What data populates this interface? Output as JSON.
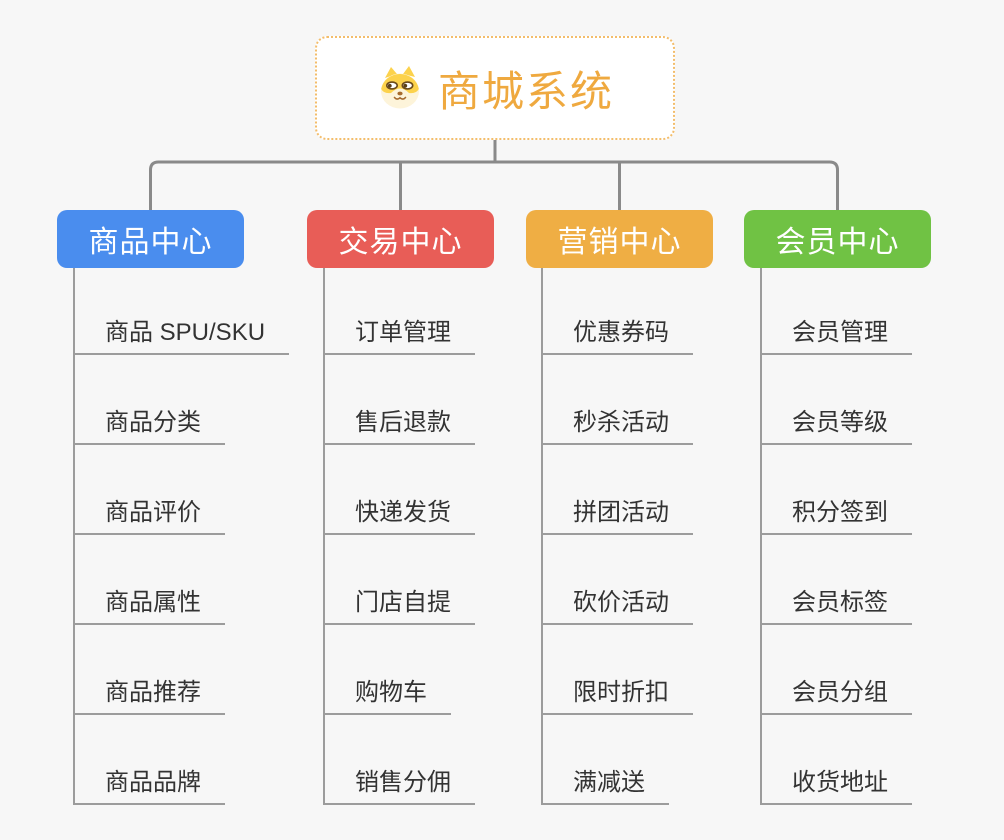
{
  "page": {
    "background_color": "#f7f7f7",
    "connector_color": "#8a8a8a",
    "item_line_color": "#9c9c9c",
    "item_text_color": "#333333"
  },
  "root": {
    "title": "商城系统",
    "icon": "dog-face-icon",
    "text_color": "#efa93f",
    "border_color": "#f3bd6b"
  },
  "branches": [
    {
      "label": "商品中心",
      "color": "#4a8dee",
      "children": [
        "商品 SPU/SKU",
        "商品分类",
        "商品评价",
        "商品属性",
        "商品推荐",
        "商品品牌"
      ]
    },
    {
      "label": "交易中心",
      "color": "#e85d57",
      "children": [
        "订单管理",
        "售后退款",
        "快递发货",
        "门店自提",
        "购物车",
        "销售分佣"
      ]
    },
    {
      "label": "营销中心",
      "color": "#efae44",
      "children": [
        "优惠券码",
        "秒杀活动",
        "拼团活动",
        "砍价活动",
        "限时折扣",
        "满减送"
      ]
    },
    {
      "label": "会员中心",
      "color": "#70c244",
      "children": [
        "会员管理",
        "会员等级",
        "积分签到",
        "会员标签",
        "会员分组",
        "收货地址"
      ]
    }
  ]
}
